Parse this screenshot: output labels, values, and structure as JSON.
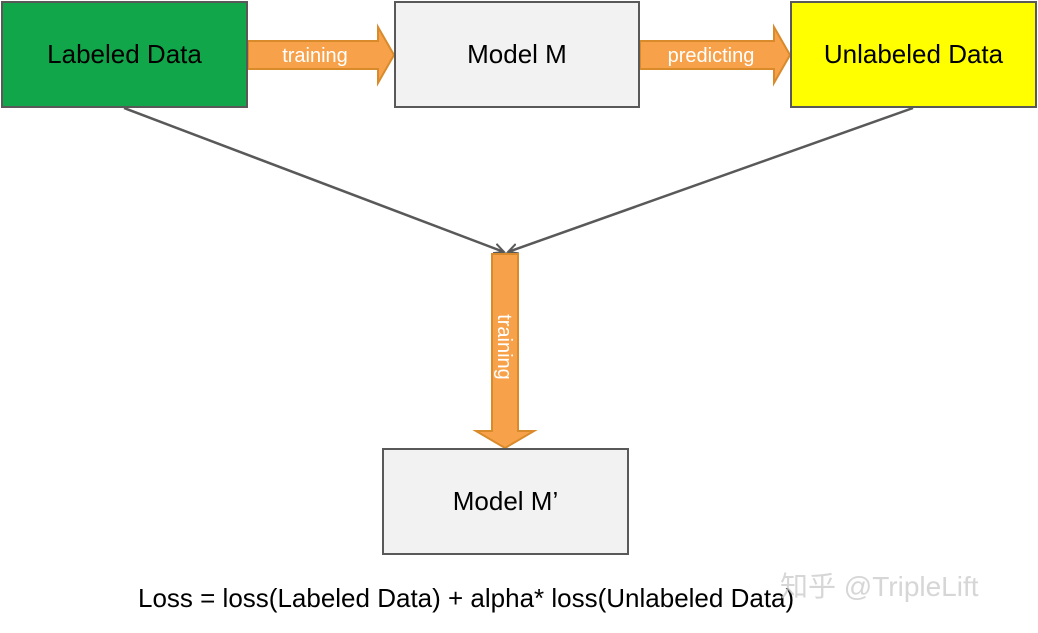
{
  "colors": {
    "labeled_fill": "#12a64a",
    "model_fill": "#f2f2f2",
    "unlabeled_fill": "#ffff00",
    "box_border": "#595959",
    "arrow_fill": "#f7a24b",
    "arrow_stroke": "#d98a2a",
    "connector": "#595959"
  },
  "nodes": {
    "labeled_data": "Labeled Data",
    "model_m": "Model M",
    "unlabeled_data": "Unlabeled Data",
    "model_m_prime": "Model M’"
  },
  "edges": {
    "labeled_to_model": "training",
    "model_to_unlabeled": "predicting",
    "merge_to_model_prime": "training"
  },
  "formula": "Loss = loss(Labeled Data) + alpha* loss(Unlabeled Data)",
  "watermark": "知乎 @TripleLift"
}
